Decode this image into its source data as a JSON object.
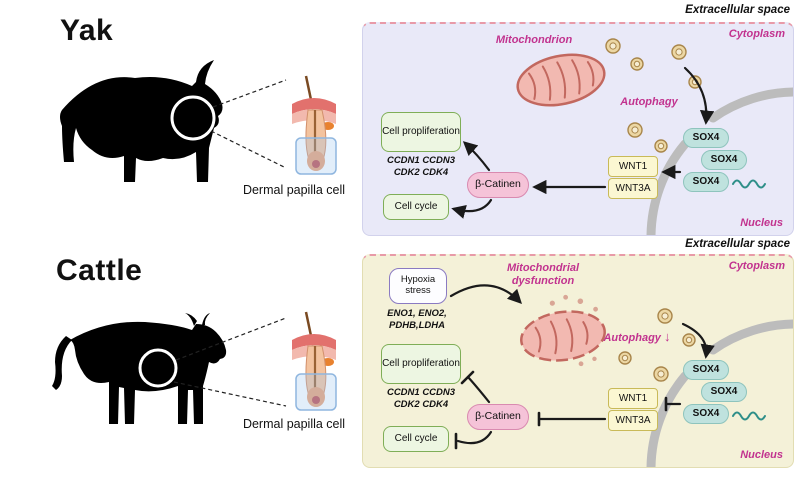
{
  "colors": {
    "magenta": "#c2338f",
    "panel_yak_bg": "#e9e9f8",
    "panel_yak_border": "#d2d2ec",
    "panel_cattle_bg": "#f4f1d8",
    "panel_cattle_border": "#e2ddb2",
    "dashed_top": "#e89aa8",
    "green_bg": "#edf6e2",
    "green_border": "#7fae57",
    "yellow_bg": "#fbf7d2",
    "yellow_border": "#c9ba58",
    "pink_bg": "#f5c3d8",
    "pink_border": "#d98ab0",
    "teal_bg": "#bfe2de",
    "teal_border": "#8ec4bd",
    "purple_border": "#8a7ac2",
    "vesicle_fill": "#ecd7a4",
    "vesicle_stroke": "#a8854a",
    "membrane": "#bcbcbc",
    "mito_fill": "#f2b9b1",
    "mito_stroke": "#c2685f"
  },
  "yak": {
    "title": "Yak",
    "inset_caption": "Dermal papilla cell",
    "extracellular": "Extracellular space",
    "cytoplasm": "Cytoplasm",
    "nucleus": "Nucleus",
    "mitochondrion": "Mitochondrion",
    "autophagy": "Autophagy",
    "cell_proliferation": "Cell propliferation",
    "proliferation_genes_1": "CCDN1 CCDN3",
    "proliferation_genes_2": "CDK2 CDK4",
    "cell_cycle": "Cell cycle",
    "beta_catenin": "β-Catinen",
    "wnt1": "WNT1",
    "wnt3a": "WNT3A",
    "sox4_1": "SOX4",
    "sox4_2": "SOX4",
    "sox4_3": "SOX4"
  },
  "cattle": {
    "title": "Cattle",
    "inset_caption": "Dermal papilla cell",
    "extracellular": "Extracellular space",
    "cytoplasm": "Cytoplasm",
    "nucleus": "Nucleus",
    "hypoxia_line1": "Hypoxia",
    "hypoxia_line2": "stress",
    "hypoxia_genes_1": "ENO1, ENO2,",
    "hypoxia_genes_2": "PDHB,LDHA",
    "mito_dysfunction_1": "Mitochondrial",
    "mito_dysfunction_2": "dysfunction",
    "autophagy": "Autophagy",
    "autophagy_arrow": "↓",
    "cell_proliferation": "Cell propliferation",
    "proliferation_genes_1": "CCDN1 CCDN3",
    "proliferation_genes_2": "CDK2 CDK4",
    "cell_cycle": "Cell cycle",
    "beta_catenin": "β-Catinen",
    "wnt1": "WNT1",
    "wnt3a": "WNT3A",
    "sox4_1": "SOX4",
    "sox4_2": "SOX4",
    "sox4_3": "SOX4"
  }
}
